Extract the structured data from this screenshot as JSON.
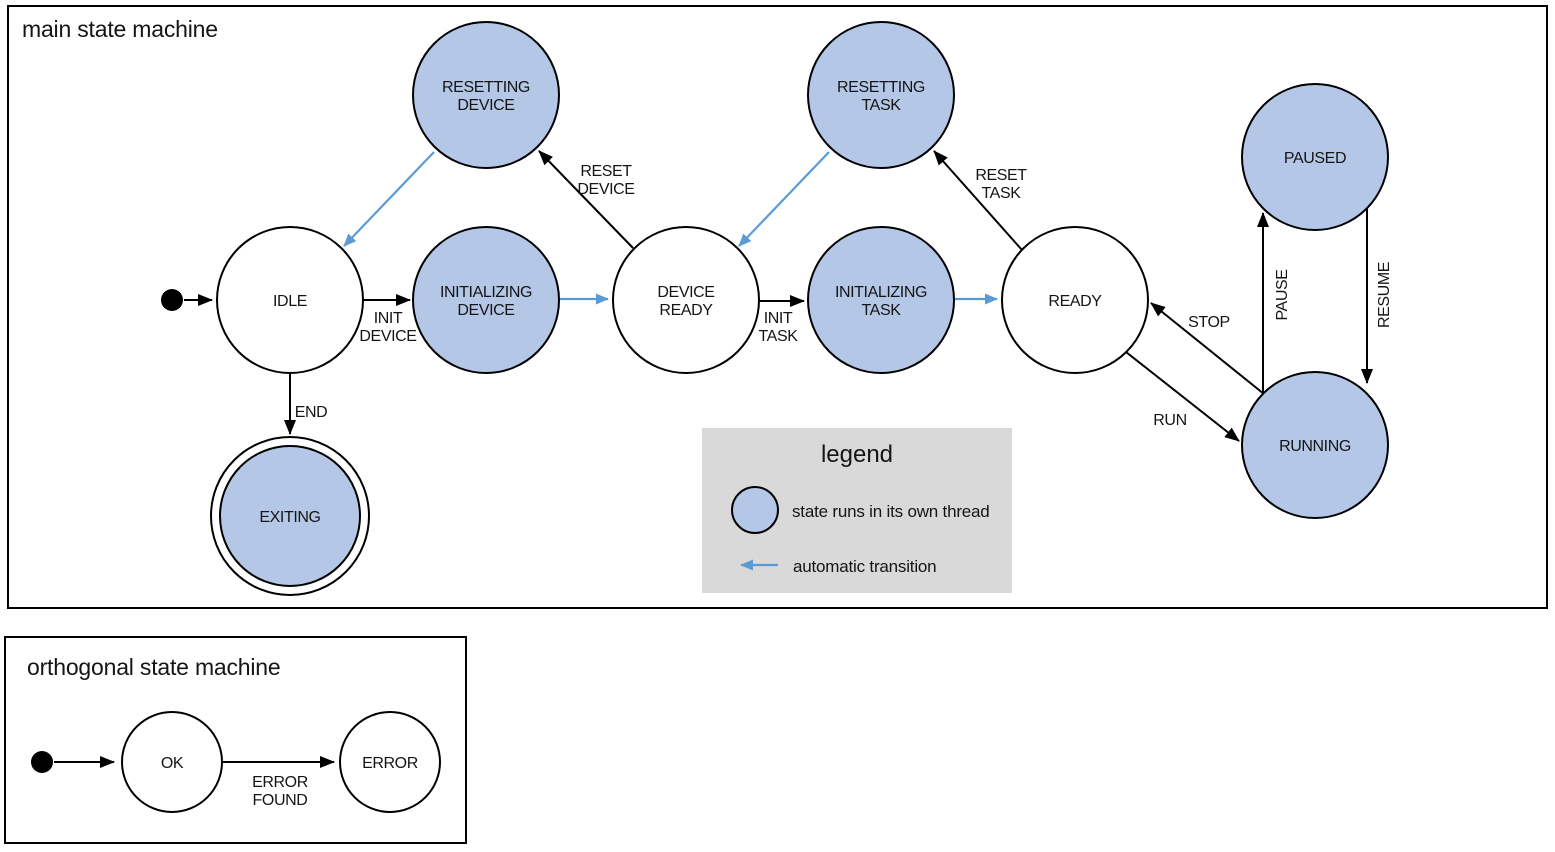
{
  "colors": {
    "threaded_state_fill": "#b4c7e7",
    "automatic_arrow": "#5b9bd5",
    "legend_background": "#d9d9d9",
    "line": "#000000"
  },
  "main_machine": {
    "title": "main state machine",
    "states": {
      "resetting_device": {
        "line1": "RESETTING",
        "line2": "DEVICE"
      },
      "resetting_task": {
        "line1": "RESETTING",
        "line2": "TASK"
      },
      "paused": {
        "line1": "PAUSED"
      },
      "idle": {
        "line1": "IDLE"
      },
      "initializing_device": {
        "line1": "INITIALIZING",
        "line2": "DEVICE"
      },
      "device_ready": {
        "line1": "DEVICE",
        "line2": "READY"
      },
      "initializing_task": {
        "line1": "INITIALIZING",
        "line2": "TASK"
      },
      "ready": {
        "line1": "READY"
      },
      "running": {
        "line1": "RUNNING"
      },
      "exiting": {
        "line1": "EXITING"
      }
    },
    "transition_labels": {
      "init_device": {
        "line1": "INIT",
        "line2": "DEVICE"
      },
      "reset_device": {
        "line1": "RESET",
        "line2": "DEVICE"
      },
      "init_task": {
        "line1": "INIT",
        "line2": "TASK"
      },
      "reset_task": {
        "line1": "RESET",
        "line2": "TASK"
      },
      "run": {
        "line1": "RUN"
      },
      "stop": {
        "line1": "STOP"
      },
      "pause": {
        "line1": "PAUSE"
      },
      "resume": {
        "line1": "RESUME"
      },
      "end": {
        "line1": "END"
      }
    },
    "legend": {
      "title": "legend",
      "threaded_state_label": "state runs in its own thread",
      "automatic_transition_label": "automatic transition"
    }
  },
  "orthogonal_machine": {
    "title": "orthogonal state machine",
    "states": {
      "ok": {
        "line1": "OK"
      },
      "error": {
        "line1": "ERROR"
      }
    },
    "transition_labels": {
      "error_found": {
        "line1": "ERROR",
        "line2": "FOUND"
      }
    }
  }
}
